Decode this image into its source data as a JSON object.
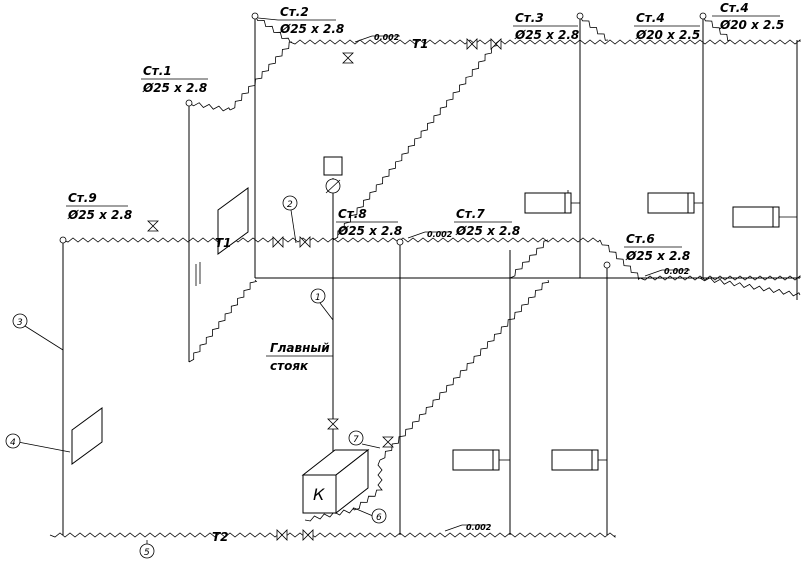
{
  "lines": {
    "supply": "T1",
    "return": "T2"
  },
  "stands": [
    {
      "id": "st1",
      "name": "Ст.1",
      "spec": "Ø25 x 2.8"
    },
    {
      "id": "st2",
      "name": "Ст.2",
      "spec": "Ø25 x 2.8"
    },
    {
      "id": "st3",
      "name": "Ст.3",
      "spec": "Ø25 x 2.8"
    },
    {
      "id": "st4a",
      "name": "Ст.4",
      "spec": "Ø20 x 2.5"
    },
    {
      "id": "st4b",
      "name": "Ст.4",
      "spec": "Ø20 x 2.5"
    },
    {
      "id": "st6",
      "name": "Ст.6",
      "spec": "Ø25 x 2.8"
    },
    {
      "id": "st7",
      "name": "Ст.7",
      "spec": "Ø25 x 2.8"
    },
    {
      "id": "st8",
      "name": "Ст.8",
      "spec": "Ø25 x 2.8"
    },
    {
      "id": "st9",
      "name": "Ст.9",
      "spec": "Ø25 x 2.8"
    }
  ],
  "slope": "0.002",
  "main_riser": {
    "line1": "Главный",
    "line2": "стояк"
  },
  "boiler": "К",
  "callouts": [
    "1",
    "2",
    "3",
    "4",
    "5",
    "6",
    "7"
  ]
}
